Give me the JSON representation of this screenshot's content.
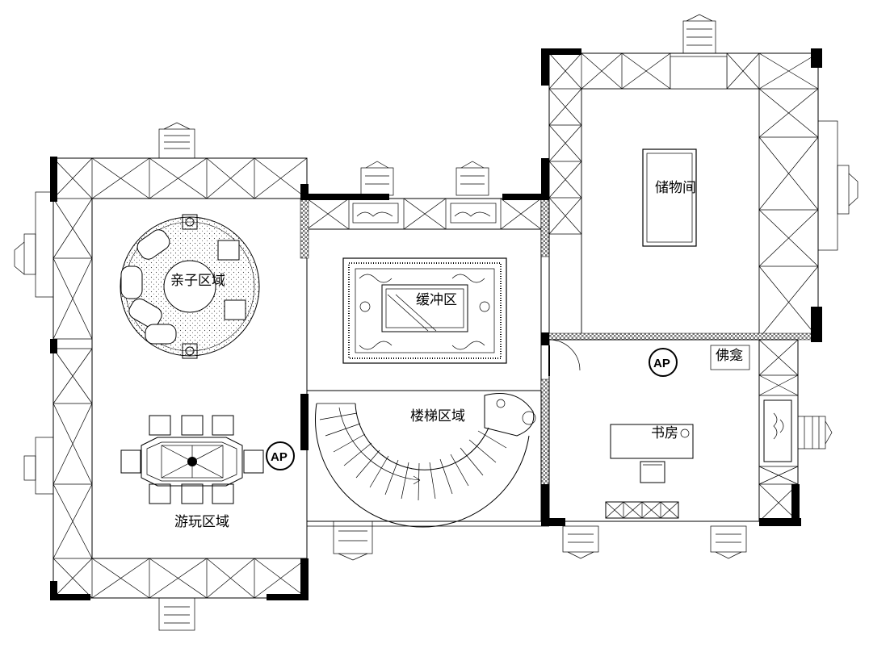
{
  "plan": {
    "rooms": {
      "parent_child_area": "亲子区域",
      "play_area": "游玩区域",
      "buffer_zone": "缓冲区",
      "stair_area": "楼梯区域",
      "storage_room": "储物间",
      "study": "书房",
      "buddha_niche": "佛龛"
    },
    "access_points": [
      "AP",
      "AP"
    ],
    "colors": {
      "line": "#000000",
      "background": "#ffffff"
    }
  }
}
